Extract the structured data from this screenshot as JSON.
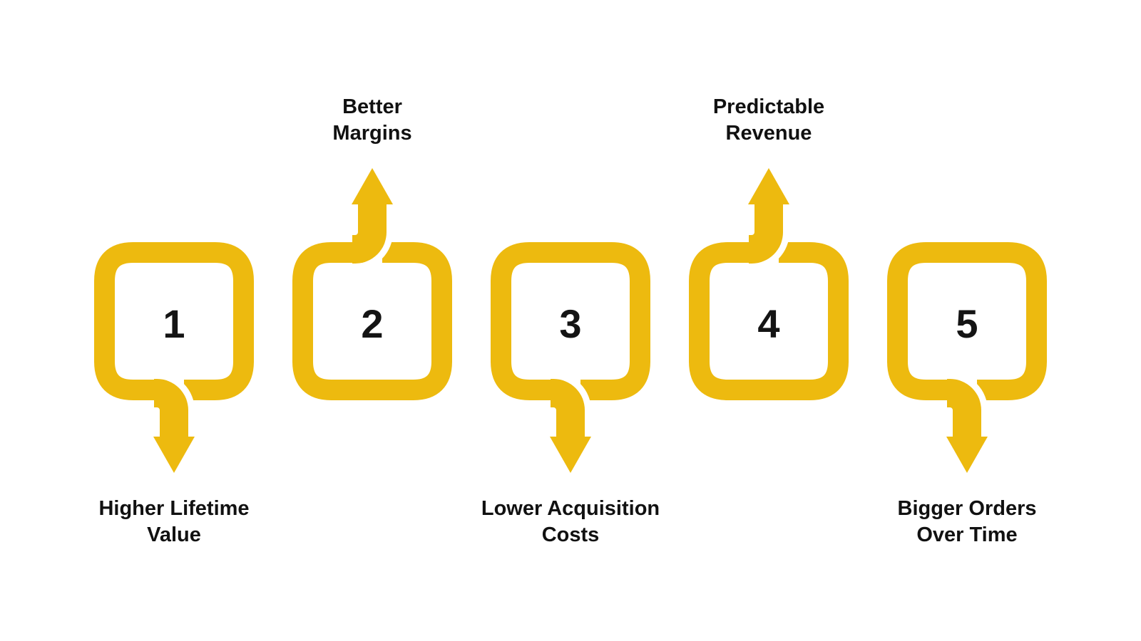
{
  "title": "Five benefits flow diagram",
  "colors": {
    "accent": "#EDBA0F",
    "text": "#111111",
    "number": "#141414",
    "background": "#FFFFFF",
    "notch": "#FFFFFF"
  },
  "steps": [
    {
      "number": "1",
      "label": "Higher Lifetime\nValue",
      "label_position": "bottom",
      "arrow_direction": "down"
    },
    {
      "number": "2",
      "label": "Better\nMargins",
      "label_position": "top",
      "arrow_direction": "up"
    },
    {
      "number": "3",
      "label": "Lower Acquisition\nCosts",
      "label_position": "bottom",
      "arrow_direction": "down"
    },
    {
      "number": "4",
      "label": "Predictable\nRevenue",
      "label_position": "top",
      "arrow_direction": "up"
    },
    {
      "number": "5",
      "label": "Bigger Orders\nOver Time",
      "label_position": "bottom",
      "arrow_direction": "down"
    }
  ]
}
